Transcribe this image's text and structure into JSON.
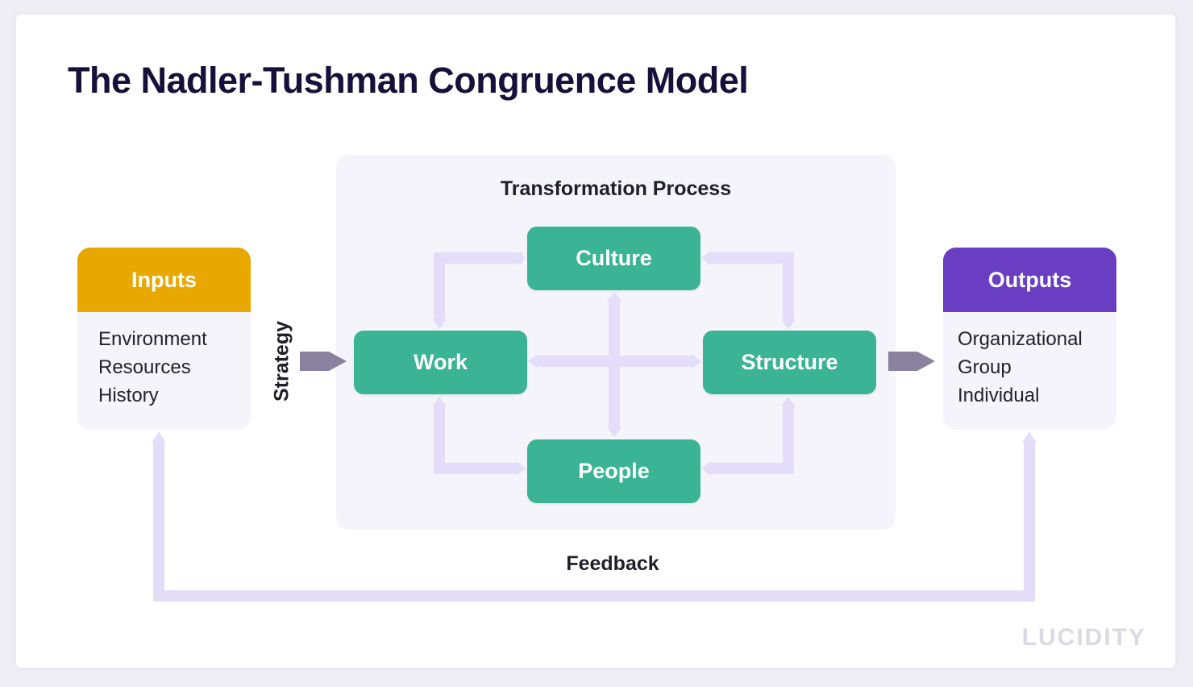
{
  "title": "The Nadler-Tushman Congruence Model",
  "transformation": {
    "title": "Transformation Process",
    "nodes": {
      "culture": "Culture",
      "work": "Work",
      "structure": "Structure",
      "people": "People"
    }
  },
  "inputs": {
    "title": "Inputs",
    "items": [
      "Environment",
      "Resources",
      "History"
    ]
  },
  "outputs": {
    "title": "Outputs",
    "items": [
      "Organizational",
      "Group",
      "Individual"
    ]
  },
  "strategy_label": "Strategy",
  "feedback_label": "Feedback",
  "brand": "LUCIDITY",
  "colors": {
    "node": "#3ab495",
    "inputs_header": "#e8a800",
    "outputs_header": "#6a3ec2",
    "connector": "#e3ddf9",
    "flow_arrow": "#8a829e",
    "title_text": "#16103a"
  }
}
